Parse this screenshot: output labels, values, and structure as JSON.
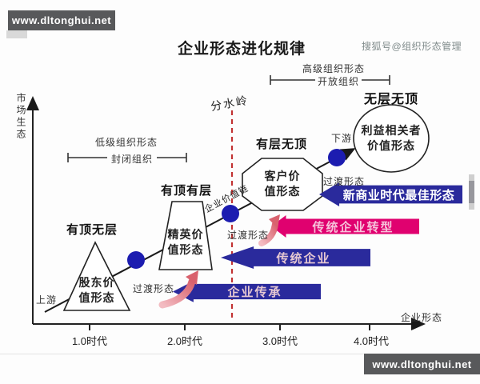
{
  "banners": {
    "top": "www.dltonghui.net",
    "bottom": "www.dltonghui.net"
  },
  "header": {
    "title": "企业形态进化规律",
    "byline": "搜狐号@组织形态管理"
  },
  "axes": {
    "y_label": "市场生态",
    "x_label": "企业形态",
    "x_ticks": [
      "1.0时代",
      "2.0时代",
      "3.0时代",
      "4.0时代"
    ]
  },
  "brackets": {
    "low_title": "低级组织形态",
    "low_label": "封闭组织",
    "high_title": "高级组织形态",
    "high_label": "开放组织"
  },
  "annotations": {
    "watershed": "分水岭",
    "value_chain": "企业价值链",
    "upstream": "上游",
    "downstream": "下游",
    "transition_1": "过渡形态",
    "transition_2": "过渡形态",
    "transition_3": "过渡形态"
  },
  "stages": {
    "s1": {
      "heading": "有顶无层",
      "shape": "triangle",
      "line1": "股东价",
      "line2": "值形态"
    },
    "s2": {
      "heading": "有顶有层",
      "shape": "trapezoid",
      "line1": "精英价",
      "line2": "值形态"
    },
    "s3": {
      "heading": "有层无顶",
      "shape": "octagon",
      "line1": "客户价",
      "line2": "值形态"
    },
    "s4": {
      "heading": "无层无顶",
      "shape": "circle",
      "line1": "利益相关者",
      "line2": "价值形态"
    }
  },
  "ribbons": {
    "inherit": "企业传承",
    "traditional": "传统企业",
    "transform": "传统企业转型",
    "new_era": "新商业时代最佳形态"
  },
  "colors": {
    "ribbon_blue": "#2a2a9c",
    "ribbon_magenta": "#e0016f",
    "dot_blue": "#1c1cb0",
    "watershed_red": "#c23333",
    "banner_gray": "#58595b",
    "swoosh_pink": "#e2939e"
  }
}
